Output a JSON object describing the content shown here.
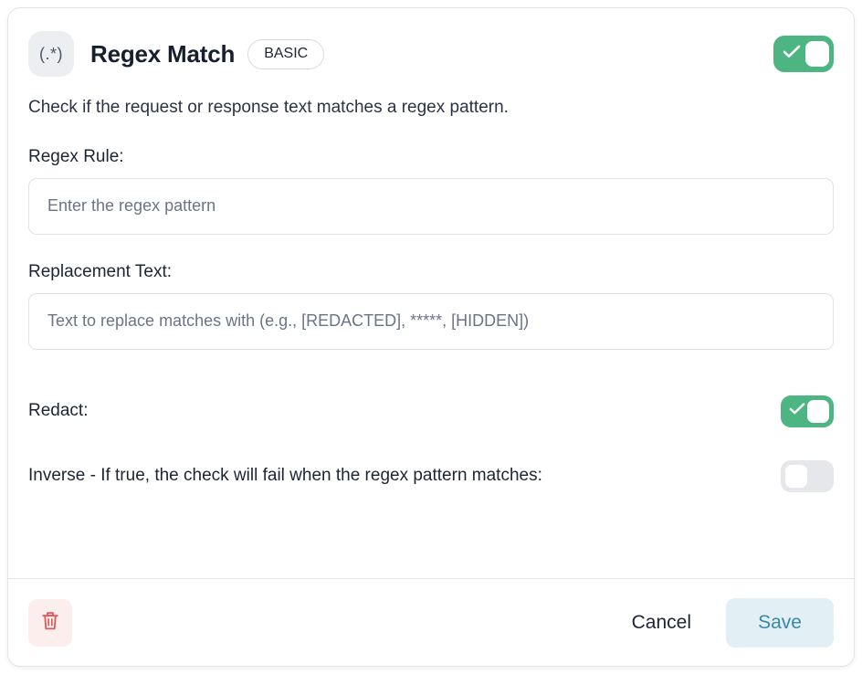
{
  "card": {
    "header": {
      "icon_text": "(.*)",
      "icon_name": "regex-icon",
      "title": "Regex Match",
      "level_badge": "BASIC",
      "enabled_toggle": {
        "name": "enable-check-toggle",
        "state": "on",
        "checkmark": "✓"
      }
    },
    "description": "Check if the request or response text matches a regex pattern.",
    "fields": [
      {
        "label": "Regex Rule:",
        "placeholder": "Enter the regex pattern",
        "value": ""
      },
      {
        "label": "Replacement Text:",
        "placeholder": "Text to replace matches with (e.g., [REDACTED], *****, [HIDDEN])",
        "value": ""
      }
    ],
    "switches": [
      {
        "label": "Redact:",
        "state": "on",
        "checkmark": "✓"
      },
      {
        "label": "Inverse - If true, the check will fail when the regex pattern matches:",
        "state": "off",
        "checkmark": ""
      }
    ],
    "footer": {
      "delete_icon": "trash-icon",
      "cancel_label": "Cancel",
      "save_label": "Save"
    }
  },
  "colors": {
    "toggle_on": "#4cb581",
    "toggle_off": "#e5e7eb",
    "save_bg": "#e2eff4",
    "save_text": "#3a87a8",
    "delete_bg": "#fdeeee",
    "delete_icon": "#dc5a5a",
    "text_primary": "#1d2533",
    "text_placeholder": "#6b7487",
    "card_border": "#e2e4e9"
  }
}
